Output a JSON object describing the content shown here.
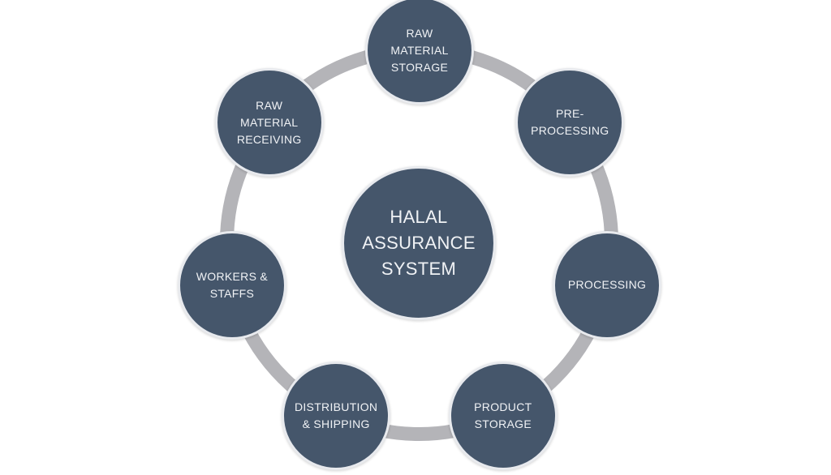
{
  "diagram": {
    "center": {
      "label": "HALAL\nASSURANCE\nSYSTEM"
    },
    "nodes": [
      {
        "label": "RAW\nMATERIAL\nSTORAGE"
      },
      {
        "label": "PRE-\nPROCESSING"
      },
      {
        "label": "PROCESSING"
      },
      {
        "label": "PRODUCT\nSTORAGE"
      },
      {
        "label": "DISTRIBUTION\n& SHIPPING"
      },
      {
        "label": "WORKERS &\nSTAFFS"
      },
      {
        "label": "RAW\nMATERIAL\nRECEIVING"
      }
    ],
    "colors": {
      "node_fill": "#45566b",
      "node_border": "#e8eaee",
      "ring": "#b4b4b8",
      "text": "#f0f2f5",
      "background": "#ffffff"
    }
  }
}
